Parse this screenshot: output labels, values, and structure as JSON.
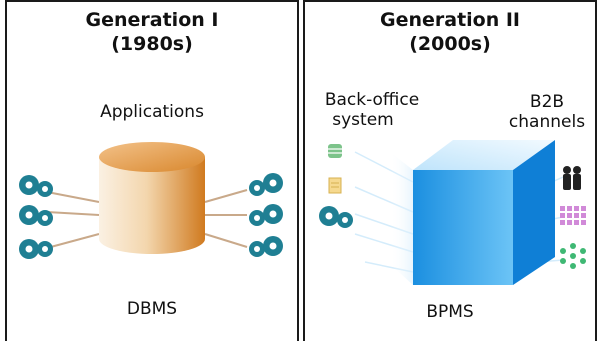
{
  "panels": [
    {
      "title_line1": "Generation I",
      "title_line2": "(1980s)",
      "top_label": "Applications",
      "bottom_label": "DBMS"
    },
    {
      "title_line1": "Generation II",
      "title_line2": "(2000s)",
      "left_label_line1": "Back-office",
      "left_label_line2": "system",
      "right_label_line1": "B2B",
      "right_label_line2": "channels",
      "bottom_label": "BPMS"
    }
  ],
  "colors": {
    "app_icon": "#1f7f93",
    "cylinder_light": "#f6e4cc",
    "cylinder_dark": "#d9882e",
    "cube_front": "#45b0f0",
    "cube_side": "#0f7fd6",
    "cube_top": "#d6eefc",
    "connector": "#c9a98a"
  },
  "icons": [
    "app-gear-pair-icon",
    "database-icon",
    "document-icon",
    "people-icon",
    "grid-channel-icon",
    "network-node-icon"
  ]
}
